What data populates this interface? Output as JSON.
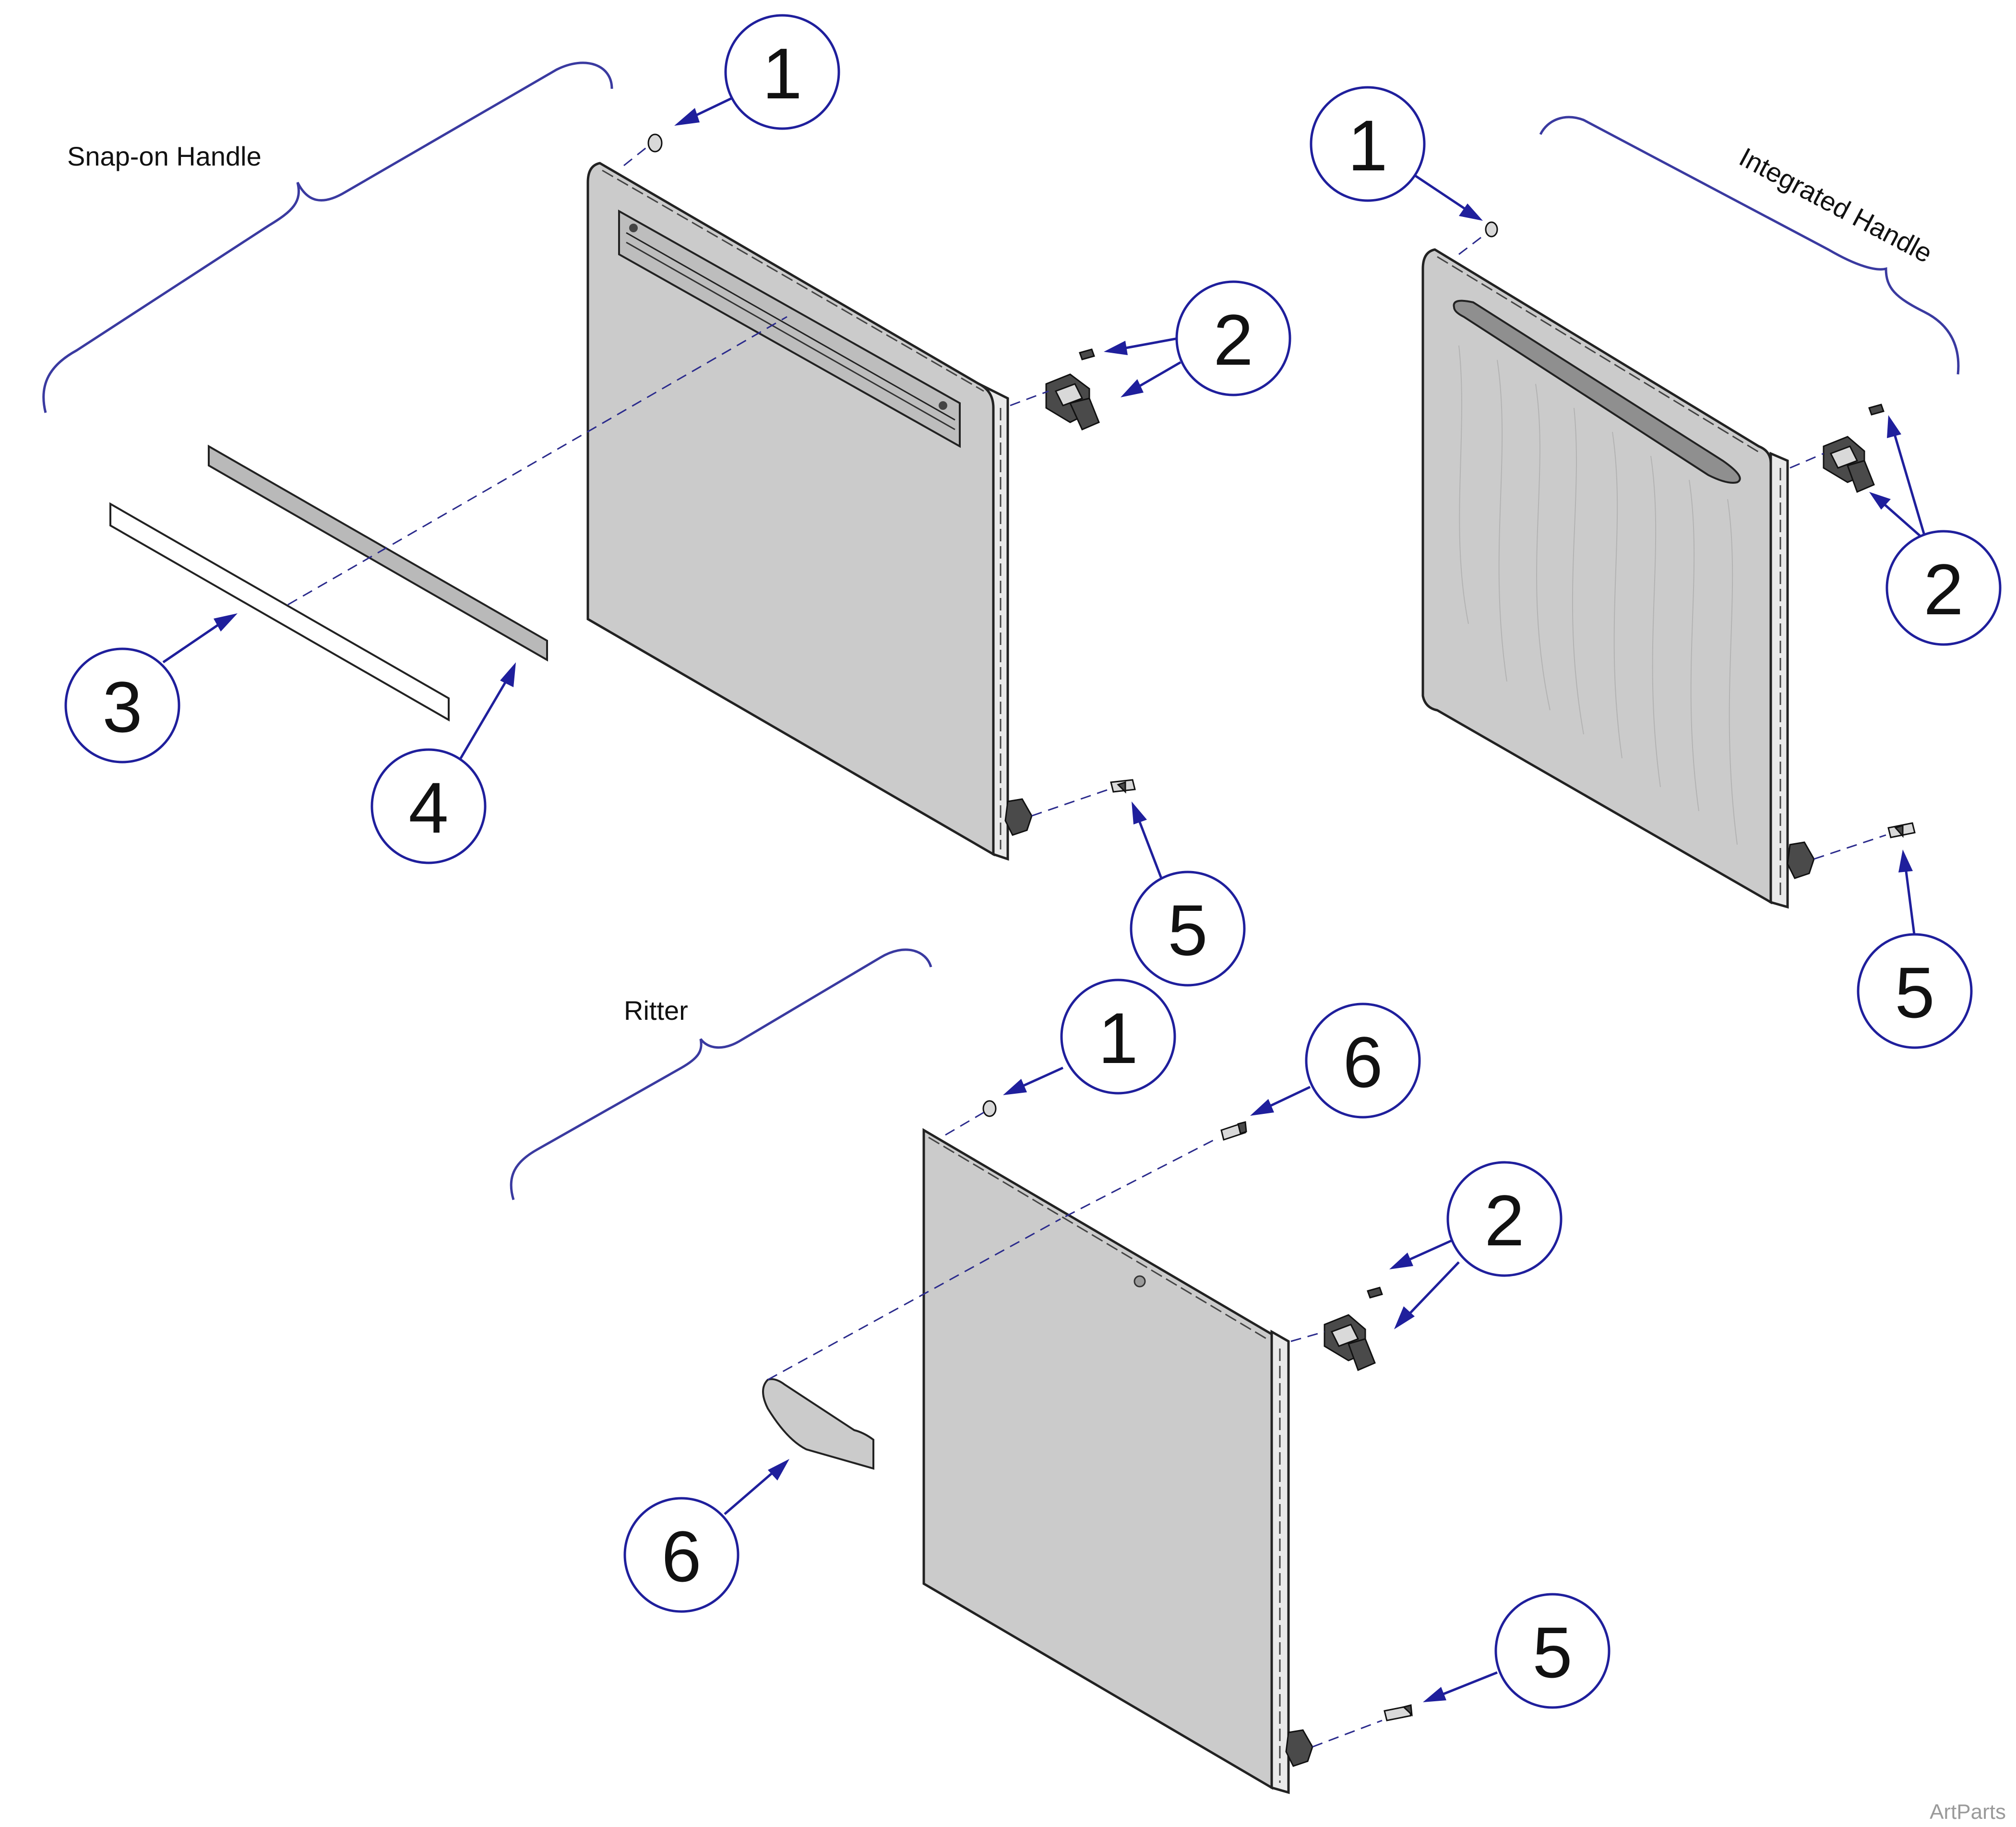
{
  "groups": {
    "snap_on": "Snap-on Handle",
    "integrated": "Integrated Handle",
    "ritter": "Ritter"
  },
  "callouts": {
    "snap_1": "1",
    "snap_2": "2",
    "snap_3": "3",
    "snap_4": "4",
    "snap_5": "5",
    "int_1": "1",
    "int_2": "2",
    "int_5": "5",
    "rit_1": "1",
    "rit_6a": "6",
    "rit_2": "2",
    "rit_6b": "6",
    "rit_5": "5"
  },
  "credit": "ArtParts",
  "colors": {
    "callout_blue": "#1f1f9c",
    "panel_grey": "#cbcbcb"
  }
}
